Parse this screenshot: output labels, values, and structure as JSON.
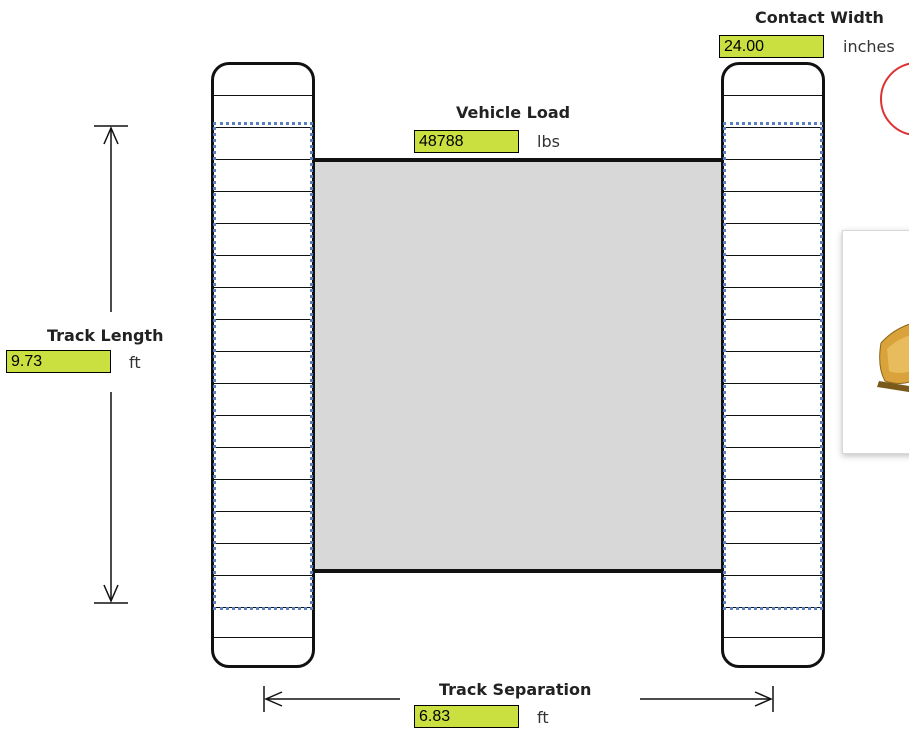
{
  "contact_width": {
    "label": "Contact Width",
    "value": "24.00",
    "unit": "inches"
  },
  "vehicle_load": {
    "label": "Vehicle Load",
    "value": "48788",
    "unit": "lbs"
  },
  "track_length": {
    "label": "Track Length",
    "value": "9.73",
    "unit": "ft"
  },
  "track_separation": {
    "label": "Track Separation",
    "value": "6.83",
    "unit": "ft"
  },
  "colors": {
    "input_fill": "#c9e040",
    "body_fill": "#d8d8d8",
    "contact_outline": "#5a7fbf",
    "callout_circle": "#d33333"
  },
  "icons": {
    "side_image": "bulldozer-blade-icon"
  }
}
